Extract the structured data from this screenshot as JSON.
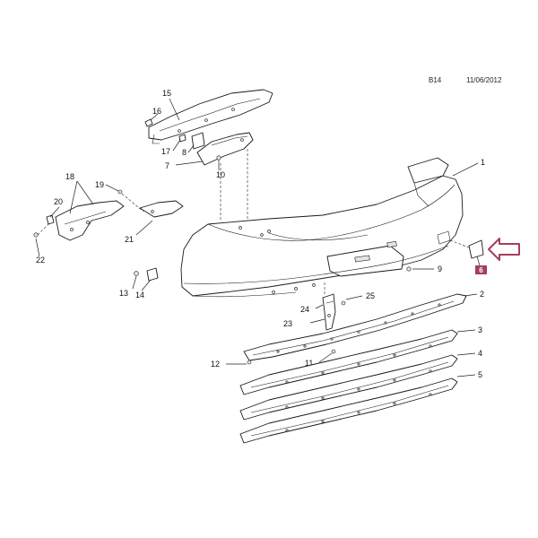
{
  "header": {
    "page_code": "B14",
    "date": "11/06/2012"
  },
  "callouts": {
    "c1": "1",
    "c2": "2",
    "c3": "3",
    "c4": "4",
    "c5": "5",
    "c6": "6",
    "c7": "7",
    "c8": "8",
    "c9": "9",
    "c10": "10",
    "c11": "11",
    "c12": "12",
    "c13": "13",
    "c14": "14",
    "c15": "15",
    "c16": "16",
    "c17": "17",
    "c18": "18",
    "c19": "19",
    "c20": "20",
    "c21": "21",
    "c22": "22",
    "c23": "23",
    "c24": "24",
    "c25": "25"
  },
  "highlight": {
    "callout": "6",
    "color": "#a3405a",
    "arrow_color": "#a3405a"
  }
}
